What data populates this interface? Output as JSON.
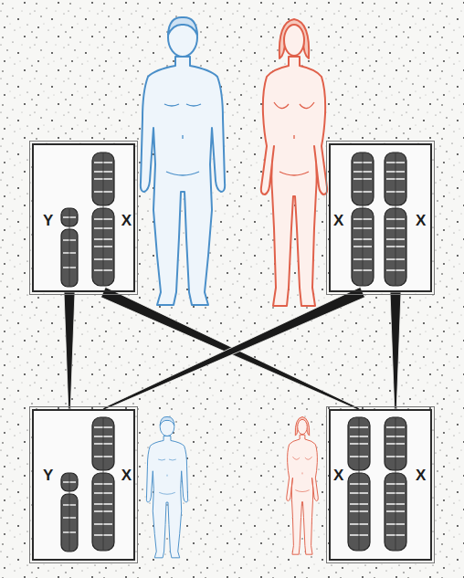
{
  "diagram": {
    "nodes": [
      {
        "text": [
          "Y",
          "X"
        ]
      },
      {
        "text": [
          "X",
          "X"
        ]
      },
      {
        "text": [
          "Y",
          "X"
        ]
      },
      {
        "text": [
          "X",
          "X"
        ]
      }
    ],
    "edges": [
      {
        "from": 0,
        "to": 2,
        "arrow": "none"
      },
      {
        "from": 0,
        "to": 3,
        "arrow": "none"
      },
      {
        "from": 1,
        "to": 2,
        "arrow": "none"
      },
      {
        "from": 1,
        "to": 3,
        "arrow": "none"
      }
    ]
  }
}
